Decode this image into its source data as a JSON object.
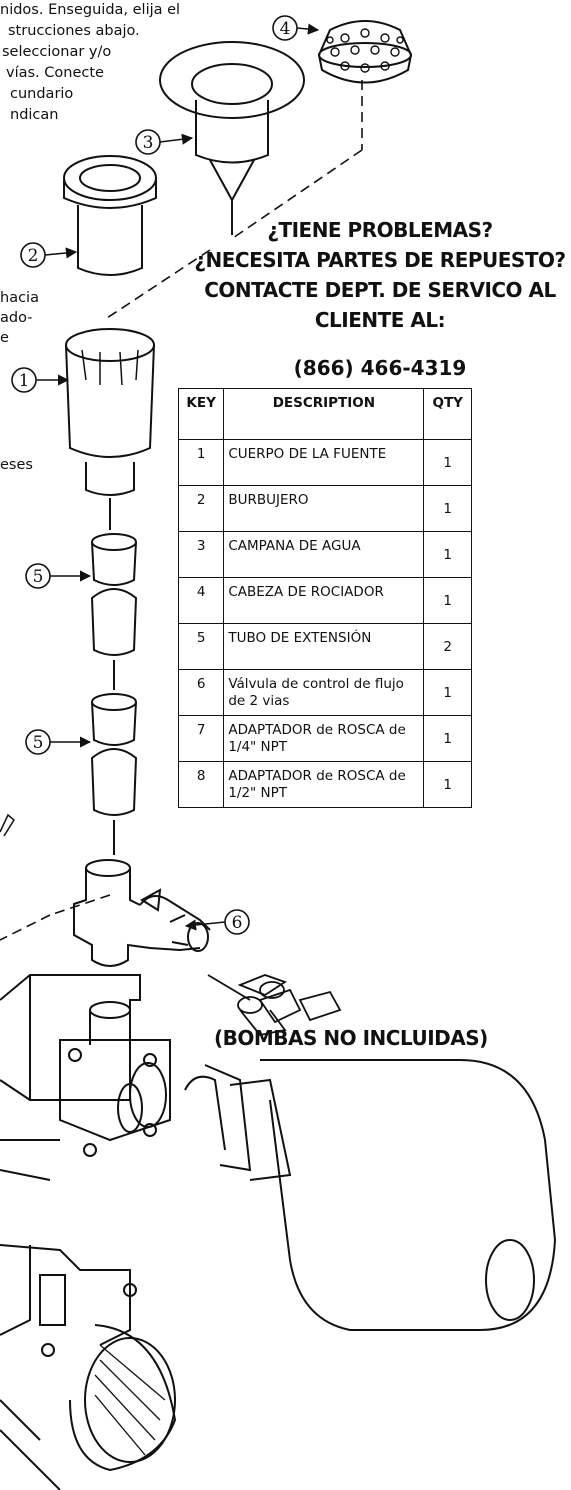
{
  "intro": {
    "lines": [
      "nidos. Enseguida, elija el",
      "strucciones abajo.",
      "seleccionar y/o",
      "vías. Conecte",
      "cundario",
      "ndican"
    ]
  },
  "side_fragments": {
    "hacia": "hacia",
    "ado": "ado-",
    "e": "e",
    "eses": "eses"
  },
  "support": {
    "lines": [
      "¿TIENE PROBLEMAS?",
      "¿NECESITA PARTES DE REPUESTO?",
      "CONTACTE DEPT. DE SERVICO AL",
      "CLIENTE AL:"
    ],
    "phone": "(866) 466-4319"
  },
  "parts_table": {
    "headers": {
      "key": "KEY",
      "description": "DESCRIPTION",
      "qty": "QTY"
    },
    "rows": [
      {
        "key": "1",
        "description": "CUERPO DE LA FUENTE",
        "qty": "1"
      },
      {
        "key": "2",
        "description": "BURBUJERO",
        "qty": "1"
      },
      {
        "key": "3",
        "description": "CAMPANA DE AGUA",
        "qty": "1"
      },
      {
        "key": "4",
        "description": "CABEZA DE ROCIADOR",
        "qty": "1"
      },
      {
        "key": "5",
        "description": "TUBO DE EXTENSIÓN",
        "qty": "2"
      },
      {
        "key": "6",
        "description": "Válvula de control de flujo de 2 vias",
        "qty": "1"
      },
      {
        "key": "7",
        "description": "ADAPTADOR de ROSCA de 1/4\" NPT",
        "qty": "1"
      },
      {
        "key": "8",
        "description": "ADAPTADOR de ROSCA de 1/2\" NPT",
        "qty": "1"
      }
    ]
  },
  "callouts": {
    "c1": "1",
    "c2": "2",
    "c3": "3",
    "c4": "4",
    "c5a": "5",
    "c5b": "5",
    "c6": "6"
  },
  "pumps_note": "(BOMBAS NO INCLUIDAS)"
}
